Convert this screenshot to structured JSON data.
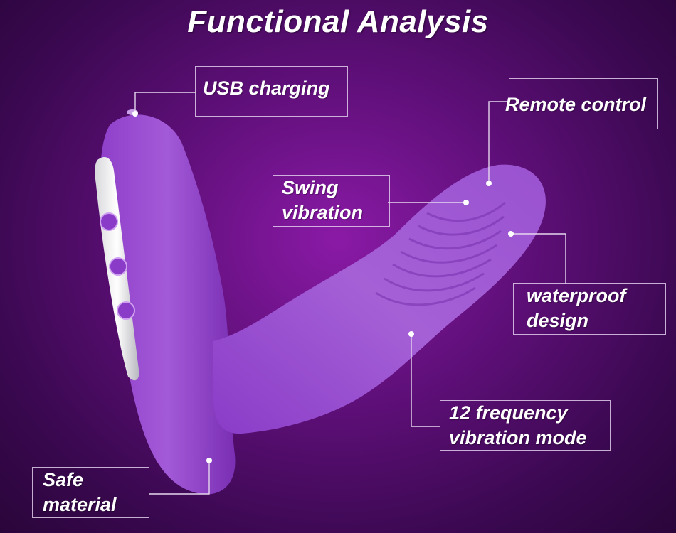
{
  "title": "Functional Analysis",
  "features": {
    "usb": {
      "line1": "USB charging"
    },
    "remote": {
      "line1": "Remote control"
    },
    "swing": {
      "line1": "Swing",
      "line2": "vibration"
    },
    "waterproof": {
      "line1": "waterproof",
      "line2": "design"
    },
    "frequency": {
      "line1": "12 frequency",
      "line2": "vibration mode"
    },
    "safe": {
      "line1": "Safe",
      "line2": "material"
    }
  }
}
